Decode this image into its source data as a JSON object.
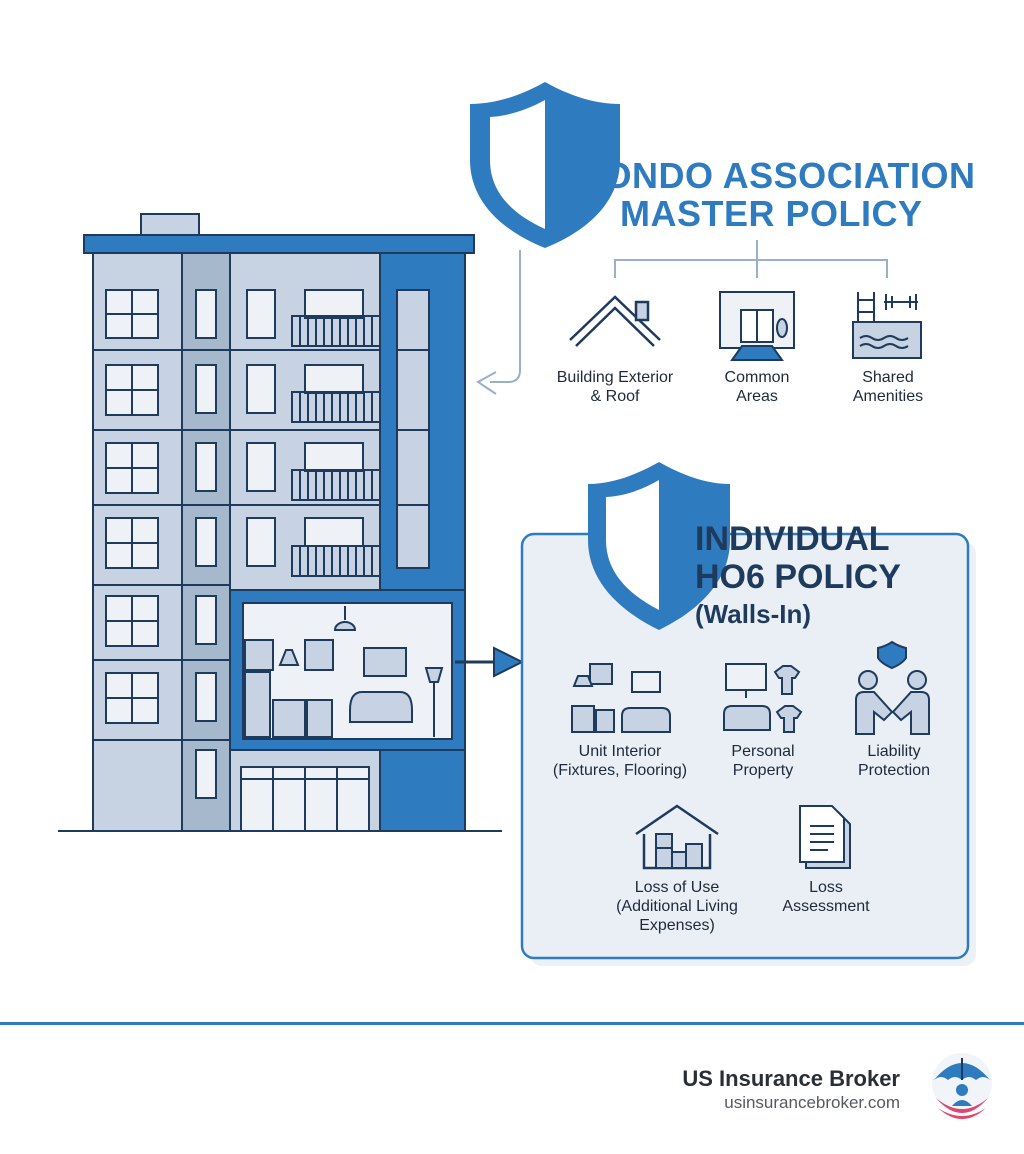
{
  "master": {
    "title_line1": "CONDO ASSOCIATION",
    "title_line2": "MASTER POLICY",
    "items": [
      {
        "line1": "Building Exterior",
        "line2": "& Roof",
        "icon": "roof-icon"
      },
      {
        "line1": "Common",
        "line2": "Areas",
        "icon": "lobby-icon"
      },
      {
        "line1": "Shared",
        "line2": "Amenities",
        "icon": "pool-gym-icon"
      }
    ]
  },
  "ho6": {
    "title_line1": "INDIVIDUAL",
    "title_line2": "HO6 POLICY",
    "title_line3": "(Walls-In)",
    "items": [
      {
        "line1": "Unit Interior",
        "line2": "(Fixtures, Flooring)",
        "line3": "",
        "icon": "kitchen-icon"
      },
      {
        "line1": "Personal",
        "line2": "Property",
        "line3": "",
        "icon": "belongings-icon"
      },
      {
        "line1": "Liability",
        "line2": "Protection",
        "line3": "",
        "icon": "handshake-icon"
      },
      {
        "line1": "Loss of Use",
        "line2": "(Additional Living",
        "line3": "Expenses)",
        "icon": "house-boxes-icon"
      },
      {
        "line1": "Loss",
        "line2": "Assessment",
        "line3": "",
        "icon": "document-icon"
      }
    ]
  },
  "footer": {
    "brand": "US Insurance Broker",
    "url": "usinsurancebroker.com"
  },
  "colors": {
    "accent": "#2e7bbf",
    "dark_blue": "#1e3a5c",
    "building_light": "#c7d3e2",
    "panel_bg": "#e9eff5"
  }
}
